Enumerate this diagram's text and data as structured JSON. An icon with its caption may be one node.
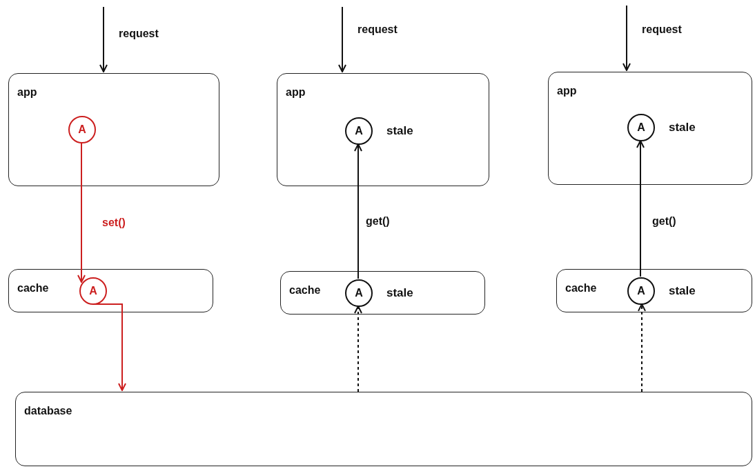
{
  "diagram": {
    "nodes": [
      {
        "text": [
          "app"
        ]
      },
      {
        "text": [
          "A"
        ],
        "in": 0
      },
      {
        "text": [
          "cache"
        ]
      },
      {
        "text": [
          "A"
        ],
        "in": 2
      },
      {
        "text": [
          "app"
        ]
      },
      {
        "text": [
          "A"
        ],
        "in": 4,
        "beside": [
          "stale"
        ]
      },
      {
        "text": [
          "cache"
        ]
      },
      {
        "text": [
          "A"
        ],
        "in": 6,
        "beside": [
          "stale"
        ]
      },
      {
        "text": [
          "app"
        ]
      },
      {
        "text": [
          "A"
        ],
        "in": 8,
        "beside": [
          "stale"
        ]
      },
      {
        "text": [
          "cache"
        ]
      },
      {
        "text": [
          "A"
        ],
        "in": 10,
        "beside": [
          "stale"
        ]
      },
      {
        "text": [
          "database"
        ]
      }
    ],
    "edges": [
      {
        "from": null,
        "to": 0,
        "arrow": "to",
        "label": "request"
      },
      {
        "from": 1,
        "to": 3,
        "arrow": "to",
        "label": "set()",
        "color": "#cc1f1f"
      },
      {
        "from": 3,
        "to": 12,
        "arrow": "to",
        "color": "#cc1f1f"
      },
      {
        "from": null,
        "to": 4,
        "arrow": "to",
        "label": "request"
      },
      {
        "from": 7,
        "to": 5,
        "arrow": "to",
        "label": "get()"
      },
      {
        "from": 12,
        "to": 7,
        "arrow": "to",
        "style": "dashed"
      },
      {
        "from": null,
        "to": 8,
        "arrow": "to",
        "label": "request"
      },
      {
        "from": 11,
        "to": 9,
        "arrow": "to",
        "label": "get()"
      },
      {
        "from": 12,
        "to": 11,
        "arrow": "to",
        "style": "dashed"
      }
    ]
  }
}
